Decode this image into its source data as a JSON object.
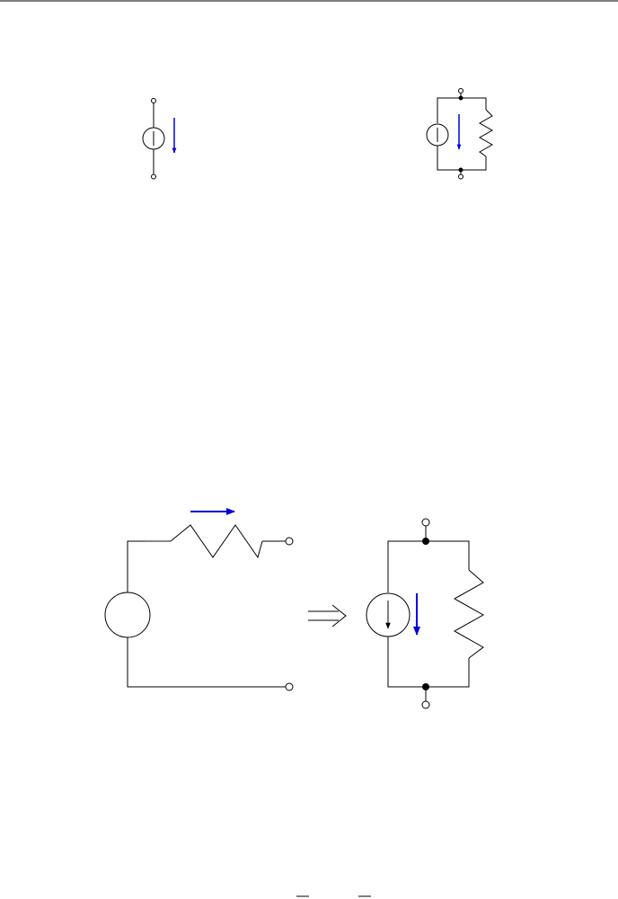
{
  "colors": {
    "wire": "#000000",
    "arrow": "#0000e0",
    "background": "#ffffff"
  },
  "figures": [
    {
      "name": "ideal-current-source",
      "components": [
        "current-source",
        "current-arrow",
        "terminal",
        "terminal"
      ]
    },
    {
      "name": "norton-equivalent-small",
      "components": [
        "current-source",
        "current-arrow",
        "resistor",
        "junction-dot",
        "junction-dot",
        "terminal",
        "terminal"
      ]
    },
    {
      "name": "thevenin-circuit",
      "components": [
        "voltage-source",
        "resistor",
        "current-arrow",
        "terminal",
        "terminal"
      ]
    },
    {
      "name": "implies-arrow",
      "components": [
        "double-arrow"
      ]
    },
    {
      "name": "norton-equivalent-large",
      "components": [
        "current-source",
        "current-arrow",
        "resistor",
        "junction-dot",
        "junction-dot",
        "terminal",
        "terminal"
      ]
    }
  ]
}
